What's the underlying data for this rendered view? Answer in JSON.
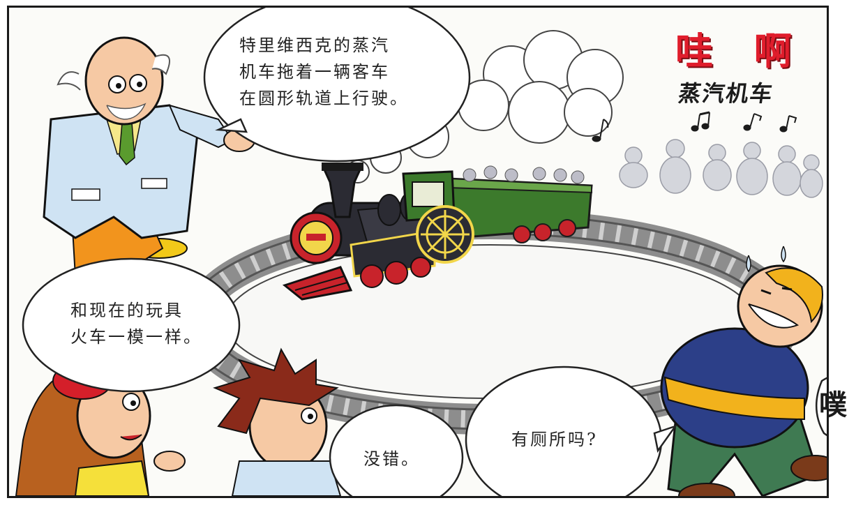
{
  "title": {
    "main": "哇 啊",
    "sub": "蒸汽机车"
  },
  "bubbles": {
    "doctor": "特里维西克的蒸汽\n机车拖着一辆客车\n在圆形轨道上行驶。",
    "girl": "和现在的玩具\n火车一模一样。",
    "boy": "没错。",
    "fat_man": "有厕所吗?"
  },
  "sfx": "噗",
  "colors": {
    "title_red": "#e01d2c",
    "locomotive_black": "#2b2b33",
    "car_green": "#3c7a2c",
    "wheel_red": "#c8232b",
    "coat_blue": "#cfe3f3",
    "shirt_blue": "#2c3f88",
    "stripe_yellow": "#f2b21c",
    "pants_green": "#3f7a52"
  },
  "icons": [
    "music-note-icon"
  ]
}
